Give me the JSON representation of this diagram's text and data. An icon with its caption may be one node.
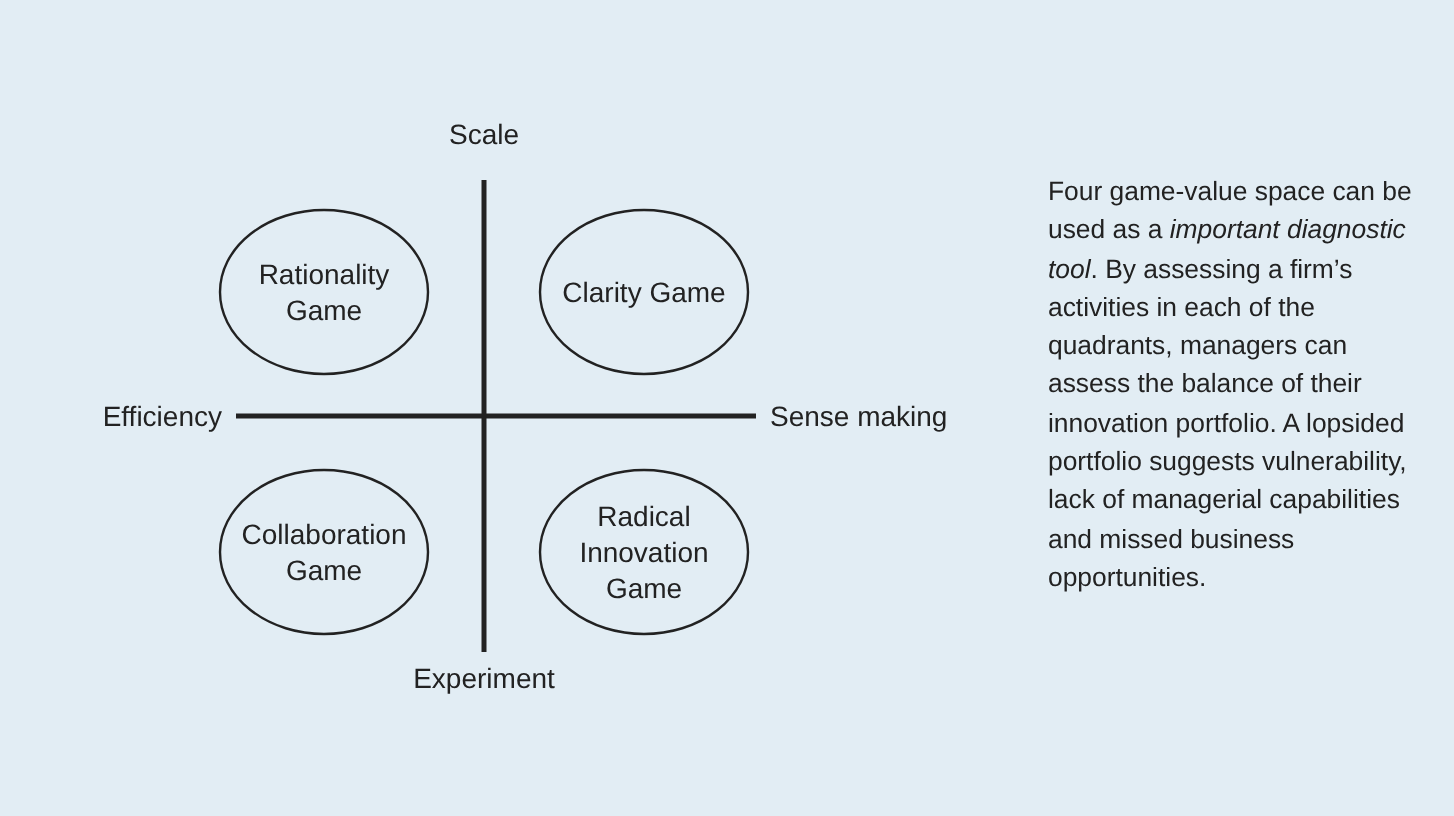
{
  "diagram": {
    "nodes": [
      {
        "text": [
          "Rationality Game"
        ]
      },
      {
        "text": [
          "Clarity Game"
        ]
      },
      {
        "text": [
          "Collaboration Game"
        ]
      },
      {
        "text": [
          "Radical Innovation Game"
        ]
      }
    ],
    "labels": [
      "Scale",
      "Efficiency",
      "Sense making",
      "Experiment",
      "Four game-value space can be used as a *important diagnostic tool*. By assessing a firm’s activities in each of the quadrants, managers can assess the balance of their innovation portfolio. A lopsided portfolio suggests vulnerability, lack of managerial capabilities and missed business opportunities."
    ]
  }
}
